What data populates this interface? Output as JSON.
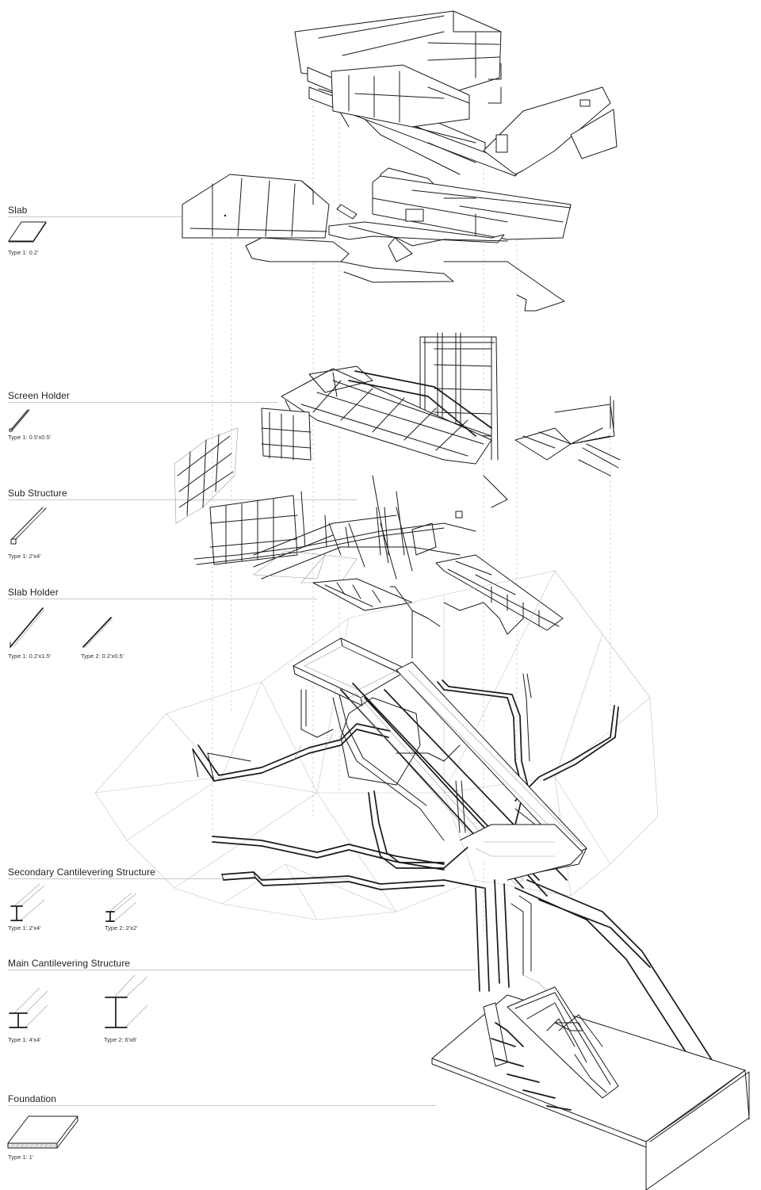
{
  "legend": {
    "slab": {
      "title": "Slab",
      "types": [
        "Type 1: 0.2'"
      ]
    },
    "screen_holder": {
      "title": "Screen Holder",
      "types": [
        "Type 1: 0.5'x0.5'"
      ]
    },
    "sub_structure": {
      "title": "Sub Structure",
      "types": [
        "Type 1: 2'x4'"
      ]
    },
    "slab_holder": {
      "title": "Slab Holder",
      "types": [
        "Type 1: 0.2'x1.5'",
        "Type 2: 0.2'x0.5'"
      ]
    },
    "secondary_cantilevering": {
      "title": "Secondary Cantilevering Structure",
      "types": [
        "Type 1: 2'x4'",
        "Type 2: 2'x2'"
      ]
    },
    "main_cantilevering": {
      "title": "Main Cantilevering Structure",
      "types": [
        "Type 1: 4'x4'",
        "Type 2: 6'x8'"
      ]
    },
    "foundation": {
      "title": "Foundation",
      "types": [
        "Type 1: 1'"
      ]
    }
  },
  "colors": {
    "line": "#1a1a1a",
    "leader": "#c8c8c8",
    "guide": "#b8b8b8",
    "background": "#ffffff"
  }
}
